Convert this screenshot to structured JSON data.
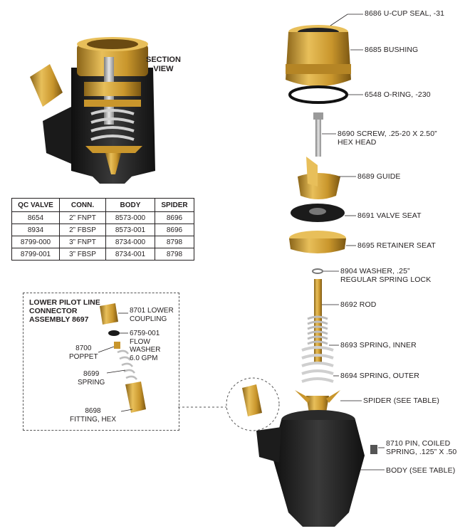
{
  "section_view": {
    "line1": "SECTION",
    "line2": "VIEW"
  },
  "table": {
    "headers": [
      "QC VALVE",
      "CONN.",
      "BODY",
      "SPIDER"
    ],
    "rows": [
      [
        "8654",
        "2” FNPT",
        "8573-000",
        "8696"
      ],
      [
        "8934",
        "2” FBSP",
        "8573-001",
        "8696"
      ],
      [
        "8799-000",
        "3” FNPT",
        "8734-000",
        "8798"
      ],
      [
        "8799-001",
        "3” FBSP",
        "8734-001",
        "8798"
      ]
    ]
  },
  "callouts": {
    "ucup": "8686 U-CUP SEAL, -31",
    "bushing": "8685 BUSHING",
    "oring": "6548 O-RING, -230",
    "screw1": "8690 SCREW, .25-20 X 2.50”",
    "screw2": "HEX HEAD",
    "guide": "8689 GUIDE",
    "valve_seat": "8691 VALVE SEAT",
    "retainer": "8695 RETAINER SEAT",
    "washer1": "8904 WASHER, .25”",
    "washer2": "REGULAR SPRING LOCK",
    "rod": "8692 ROD",
    "spring_inner": "8693 SPRING, INNER",
    "spring_outer": "8694 SPRING, OUTER",
    "spider": "SPIDER (SEE TABLE)",
    "pin1": "8710 PIN, COILED",
    "pin2": "SPRING, .125” X .50",
    "body": "BODY (SEE TABLE)"
  },
  "subassembly": {
    "title1": "LOWER PILOT LINE",
    "title2": "CONNECTOR",
    "title3": "ASSEMBLY 8697",
    "coupling1": "8701 LOWER",
    "coupling2": "COUPLING",
    "flow1": "6759-001",
    "flow2": "FLOW",
    "flow3": "WASHER",
    "flow4": "6.0 GPM",
    "poppet1": "8700",
    "poppet2": "POPPET",
    "spring1": "8699",
    "spring2": "SPRING",
    "fitting1": "8698",
    "fitting2": "FITTING, HEX"
  },
  "colors": {
    "brass": "#c9962c",
    "brass_light": "#e8bf5a",
    "brass_dark": "#8a6418",
    "black": "#1e1e1e",
    "steel": "#b9b9b9"
  }
}
